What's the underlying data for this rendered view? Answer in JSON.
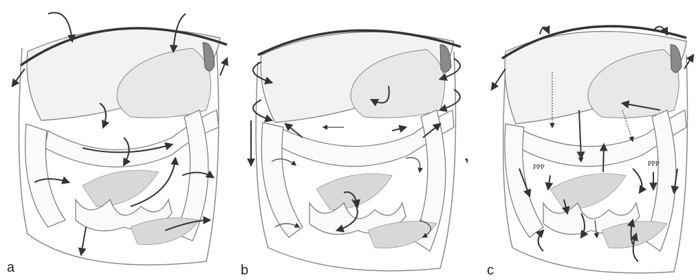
{
  "figure": {
    "panels": [
      {
        "label": "a"
      },
      {
        "label": "b"
      },
      {
        "label": "c",
        "annotations": [
          "PPP",
          "PPP"
        ]
      }
    ]
  },
  "colors": {
    "line": "#333333",
    "organ_fill": "#f2f2f2",
    "background": "#ffffff"
  }
}
